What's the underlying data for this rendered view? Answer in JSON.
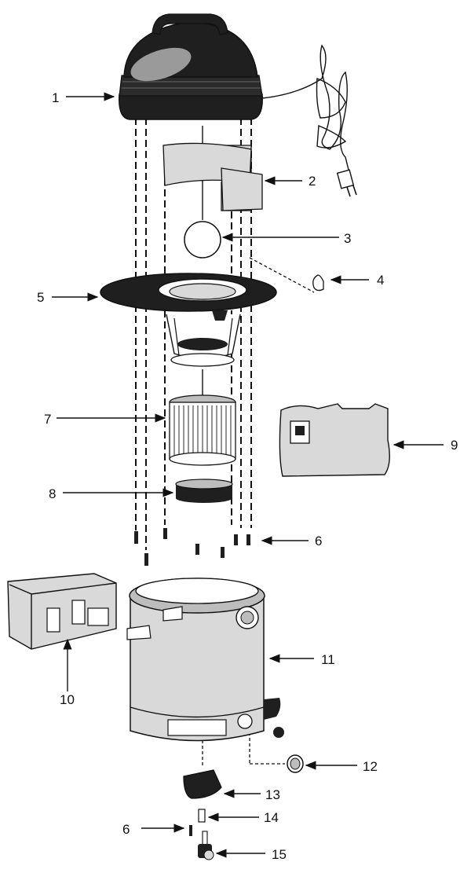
{
  "diagram": {
    "colors": {
      "ink": "#111111",
      "dark_part": "#1f1f1f",
      "light_part": "#d9d9d9",
      "mid_part": "#bdbdbd",
      "paper": "#ffffff"
    },
    "callouts": [
      {
        "id": "1",
        "label": "1"
      },
      {
        "id": "2",
        "label": "2"
      },
      {
        "id": "3",
        "label": "3"
      },
      {
        "id": "4",
        "label": "4"
      },
      {
        "id": "5",
        "label": "5"
      },
      {
        "id": "6a",
        "label": "6"
      },
      {
        "id": "7",
        "label": "7"
      },
      {
        "id": "8",
        "label": "8"
      },
      {
        "id": "9",
        "label": "9"
      },
      {
        "id": "10",
        "label": "10"
      },
      {
        "id": "11",
        "label": "11"
      },
      {
        "id": "12",
        "label": "12"
      },
      {
        "id": "13",
        "label": "13"
      },
      {
        "id": "14",
        "label": "14"
      },
      {
        "id": "6b",
        "label": "6"
      },
      {
        "id": "15",
        "label": "15"
      }
    ]
  }
}
